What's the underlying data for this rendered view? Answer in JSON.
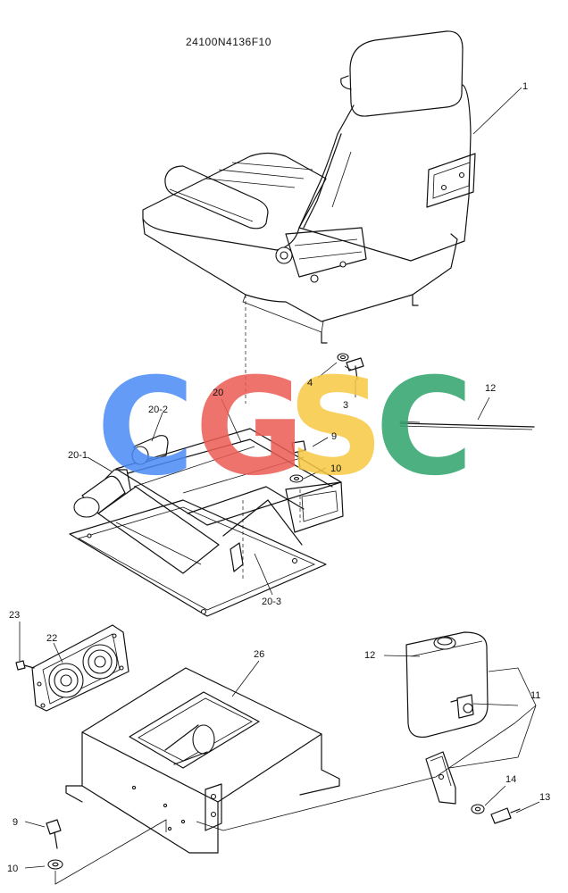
{
  "drawing_code": "24100N4136F10",
  "watermark": {
    "letters": [
      "C",
      "G",
      "S",
      "C"
    ],
    "colors": [
      "#4a8af5",
      "#ec5b53",
      "#f7c843",
      "#2fa36b"
    ]
  },
  "callouts": {
    "c1": "1",
    "c3": "3",
    "c4": "4",
    "c9a": "9",
    "c10a": "10",
    "c12a": "12",
    "c20": "20",
    "c20_1": "20-1",
    "c20_2": "20-2",
    "c20_3": "20-3",
    "c22": "22",
    "c23": "23",
    "c26": "26",
    "c12b": "12",
    "c11": "11",
    "c14": "14",
    "c13": "13",
    "c9b": "9",
    "c10b": "10"
  }
}
